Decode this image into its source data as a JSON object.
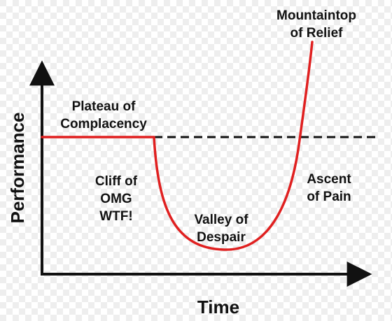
{
  "axes": {
    "x_label": "Time",
    "y_label": "Performance"
  },
  "regions": {
    "plateau": [
      "Plateau of",
      "Complacency"
    ],
    "cliff": [
      "Cliff of",
      "OMG",
      "WTF!"
    ],
    "valley": [
      "Valley of",
      "Despair"
    ],
    "ascent": [
      "Ascent",
      "of Pain"
    ],
    "mountaintop": [
      "Mountaintop",
      "of Relief"
    ]
  },
  "colors": {
    "curve": "#e02020",
    "axis": "#111111",
    "baseline": "#111111",
    "text": "#111111"
  }
}
